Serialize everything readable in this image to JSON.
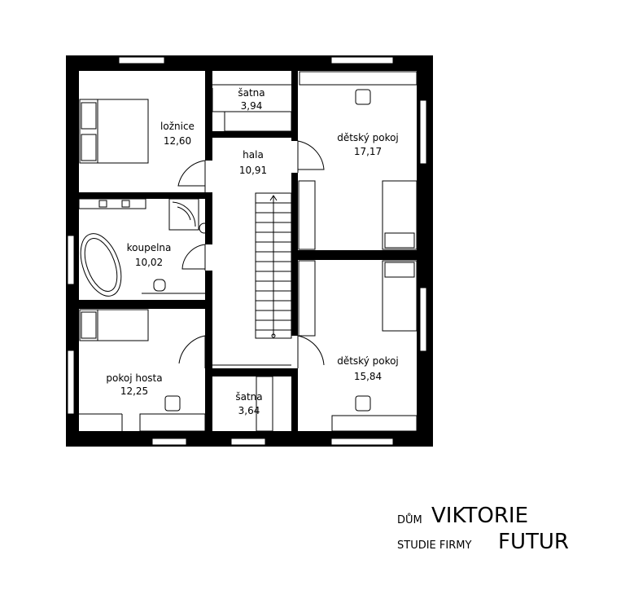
{
  "rooms": {
    "loznice": {
      "name": "ložnice",
      "area": "12,60"
    },
    "satna_top": {
      "name": "šatna",
      "area": "3,94"
    },
    "detsky1": {
      "name": "dětský pokoj",
      "area": "17,17"
    },
    "hala": {
      "name": "hala",
      "area": "10,91"
    },
    "koupelna": {
      "name": "koupelna",
      "area": "10,02"
    },
    "pokoj_hosta": {
      "name": "pokoj hosta",
      "area": "12,25"
    },
    "satna_bottom": {
      "name": "šatna",
      "area": "3,64"
    },
    "detsky2": {
      "name": "dětský pokoj",
      "area": "15,84"
    }
  },
  "title_block": {
    "house_prefix": "DŮM",
    "house_name": "VIKTORIE",
    "studio_prefix": "STUDIE FIRMY",
    "studio_name": "FUTUR"
  },
  "colors": {
    "wall": "#000000",
    "background": "#ffffff"
  }
}
